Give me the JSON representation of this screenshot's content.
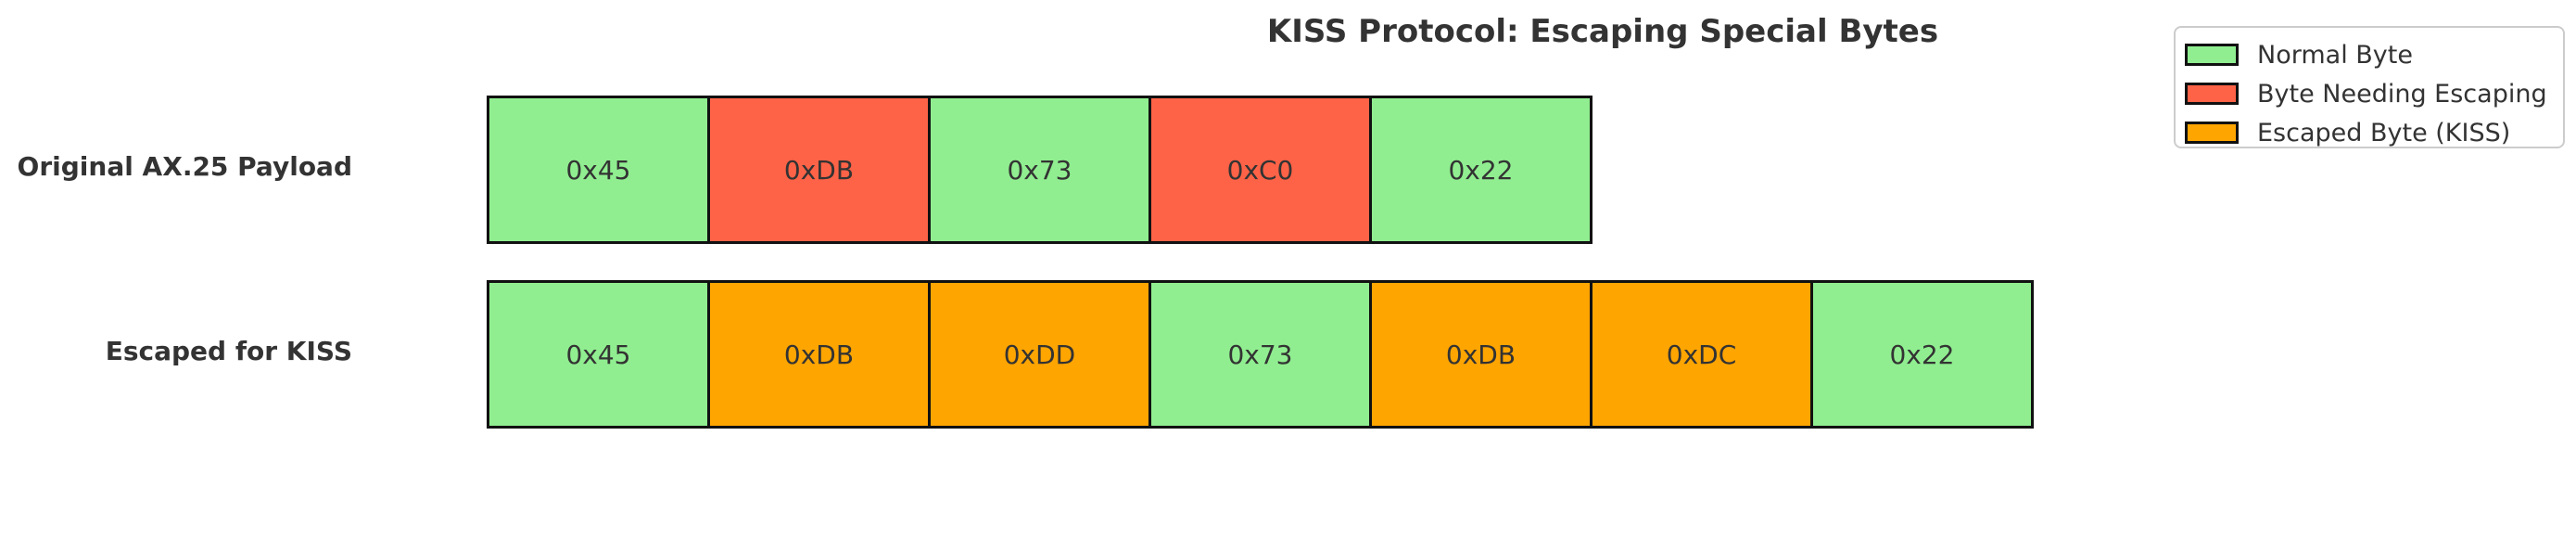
{
  "title": "KISS Protocol: Escaping Special Bytes",
  "colors": {
    "normal": "#90EE90",
    "needs_escape": "#FF6347",
    "escaped": "#FFA500",
    "border": "#111111",
    "text": "#333333"
  },
  "rows": [
    {
      "label": "Original AX.25 Payload",
      "bytes": [
        {
          "value": "0x45",
          "kind": "normal"
        },
        {
          "value": "0xDB",
          "kind": "needs_escape"
        },
        {
          "value": "0x73",
          "kind": "normal"
        },
        {
          "value": "0xC0",
          "kind": "needs_escape"
        },
        {
          "value": "0x22",
          "kind": "normal"
        }
      ]
    },
    {
      "label": "Escaped for KISS",
      "bytes": [
        {
          "value": "0x45",
          "kind": "normal"
        },
        {
          "value": "0xDB",
          "kind": "escaped"
        },
        {
          "value": "0xDD",
          "kind": "escaped"
        },
        {
          "value": "0x73",
          "kind": "normal"
        },
        {
          "value": "0xDB",
          "kind": "escaped"
        },
        {
          "value": "0xDC",
          "kind": "escaped"
        },
        {
          "value": "0x22",
          "kind": "normal"
        }
      ]
    }
  ],
  "legend": [
    {
      "label": "Normal Byte",
      "kind": "normal"
    },
    {
      "label": "Byte Needing Escaping",
      "kind": "needs_escape"
    },
    {
      "label": "Escaped Byte (KISS)",
      "kind": "escaped"
    }
  ]
}
